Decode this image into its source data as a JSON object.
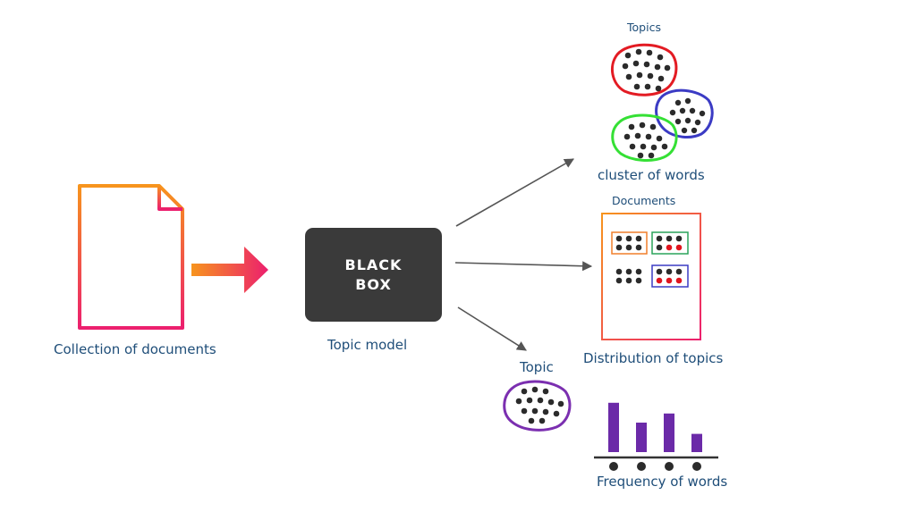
{
  "labels": {
    "collection": "Collection of documents",
    "black_box_line1": "BLACK",
    "black_box_line2": "BOX",
    "topic_model": "Topic model",
    "topics": "Topics",
    "cluster": "cluster of words",
    "documents": "Documents",
    "distribution": "Distribution of topics",
    "topic": "Topic",
    "frequency": "Frequency of words"
  },
  "frequency_bars": [
    0.92,
    0.55,
    0.72,
    0.34
  ],
  "colors": {
    "label_text": "#1f4e79",
    "black_box": "#3a3a3a",
    "arrow": "#555555",
    "dot": "#2b2b2b",
    "dot_highlight": "#e0141e",
    "topic_red": "#e31b23",
    "topic_blue": "#3b3bc4",
    "topic_green": "#35e035",
    "topic_purple": "#7b2fb0",
    "bar": "#6b2aa8",
    "gradient_start": "#f7941d",
    "gradient_end": "#ec1f6e"
  },
  "icons": {
    "document": "document-icon",
    "pipeline_arrow": "gradient-arrow-icon"
  }
}
